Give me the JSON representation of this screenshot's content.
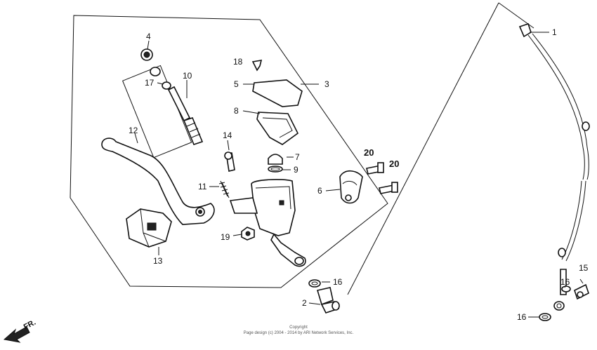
{
  "callouts": {
    "c1": "1",
    "c2": "2",
    "c3": "3",
    "c4": "4",
    "c5": "5",
    "c6": "6",
    "c7": "7",
    "c8": "8",
    "c9": "9",
    "c10": "10",
    "c11": "11",
    "c12": "12",
    "c13": "13",
    "c14": "14",
    "c15": "15",
    "c16a": "16",
    "c16b": "16",
    "c16c": "16",
    "c17": "17",
    "c18": "18",
    "c19": "19",
    "c20a": "20",
    "c20b": "20"
  },
  "footer": {
    "copyright": "Copyright",
    "notice": "Page design (c) 2004 - 2014 by ARI Network Services, Inc."
  },
  "direction": {
    "label": "FR."
  }
}
